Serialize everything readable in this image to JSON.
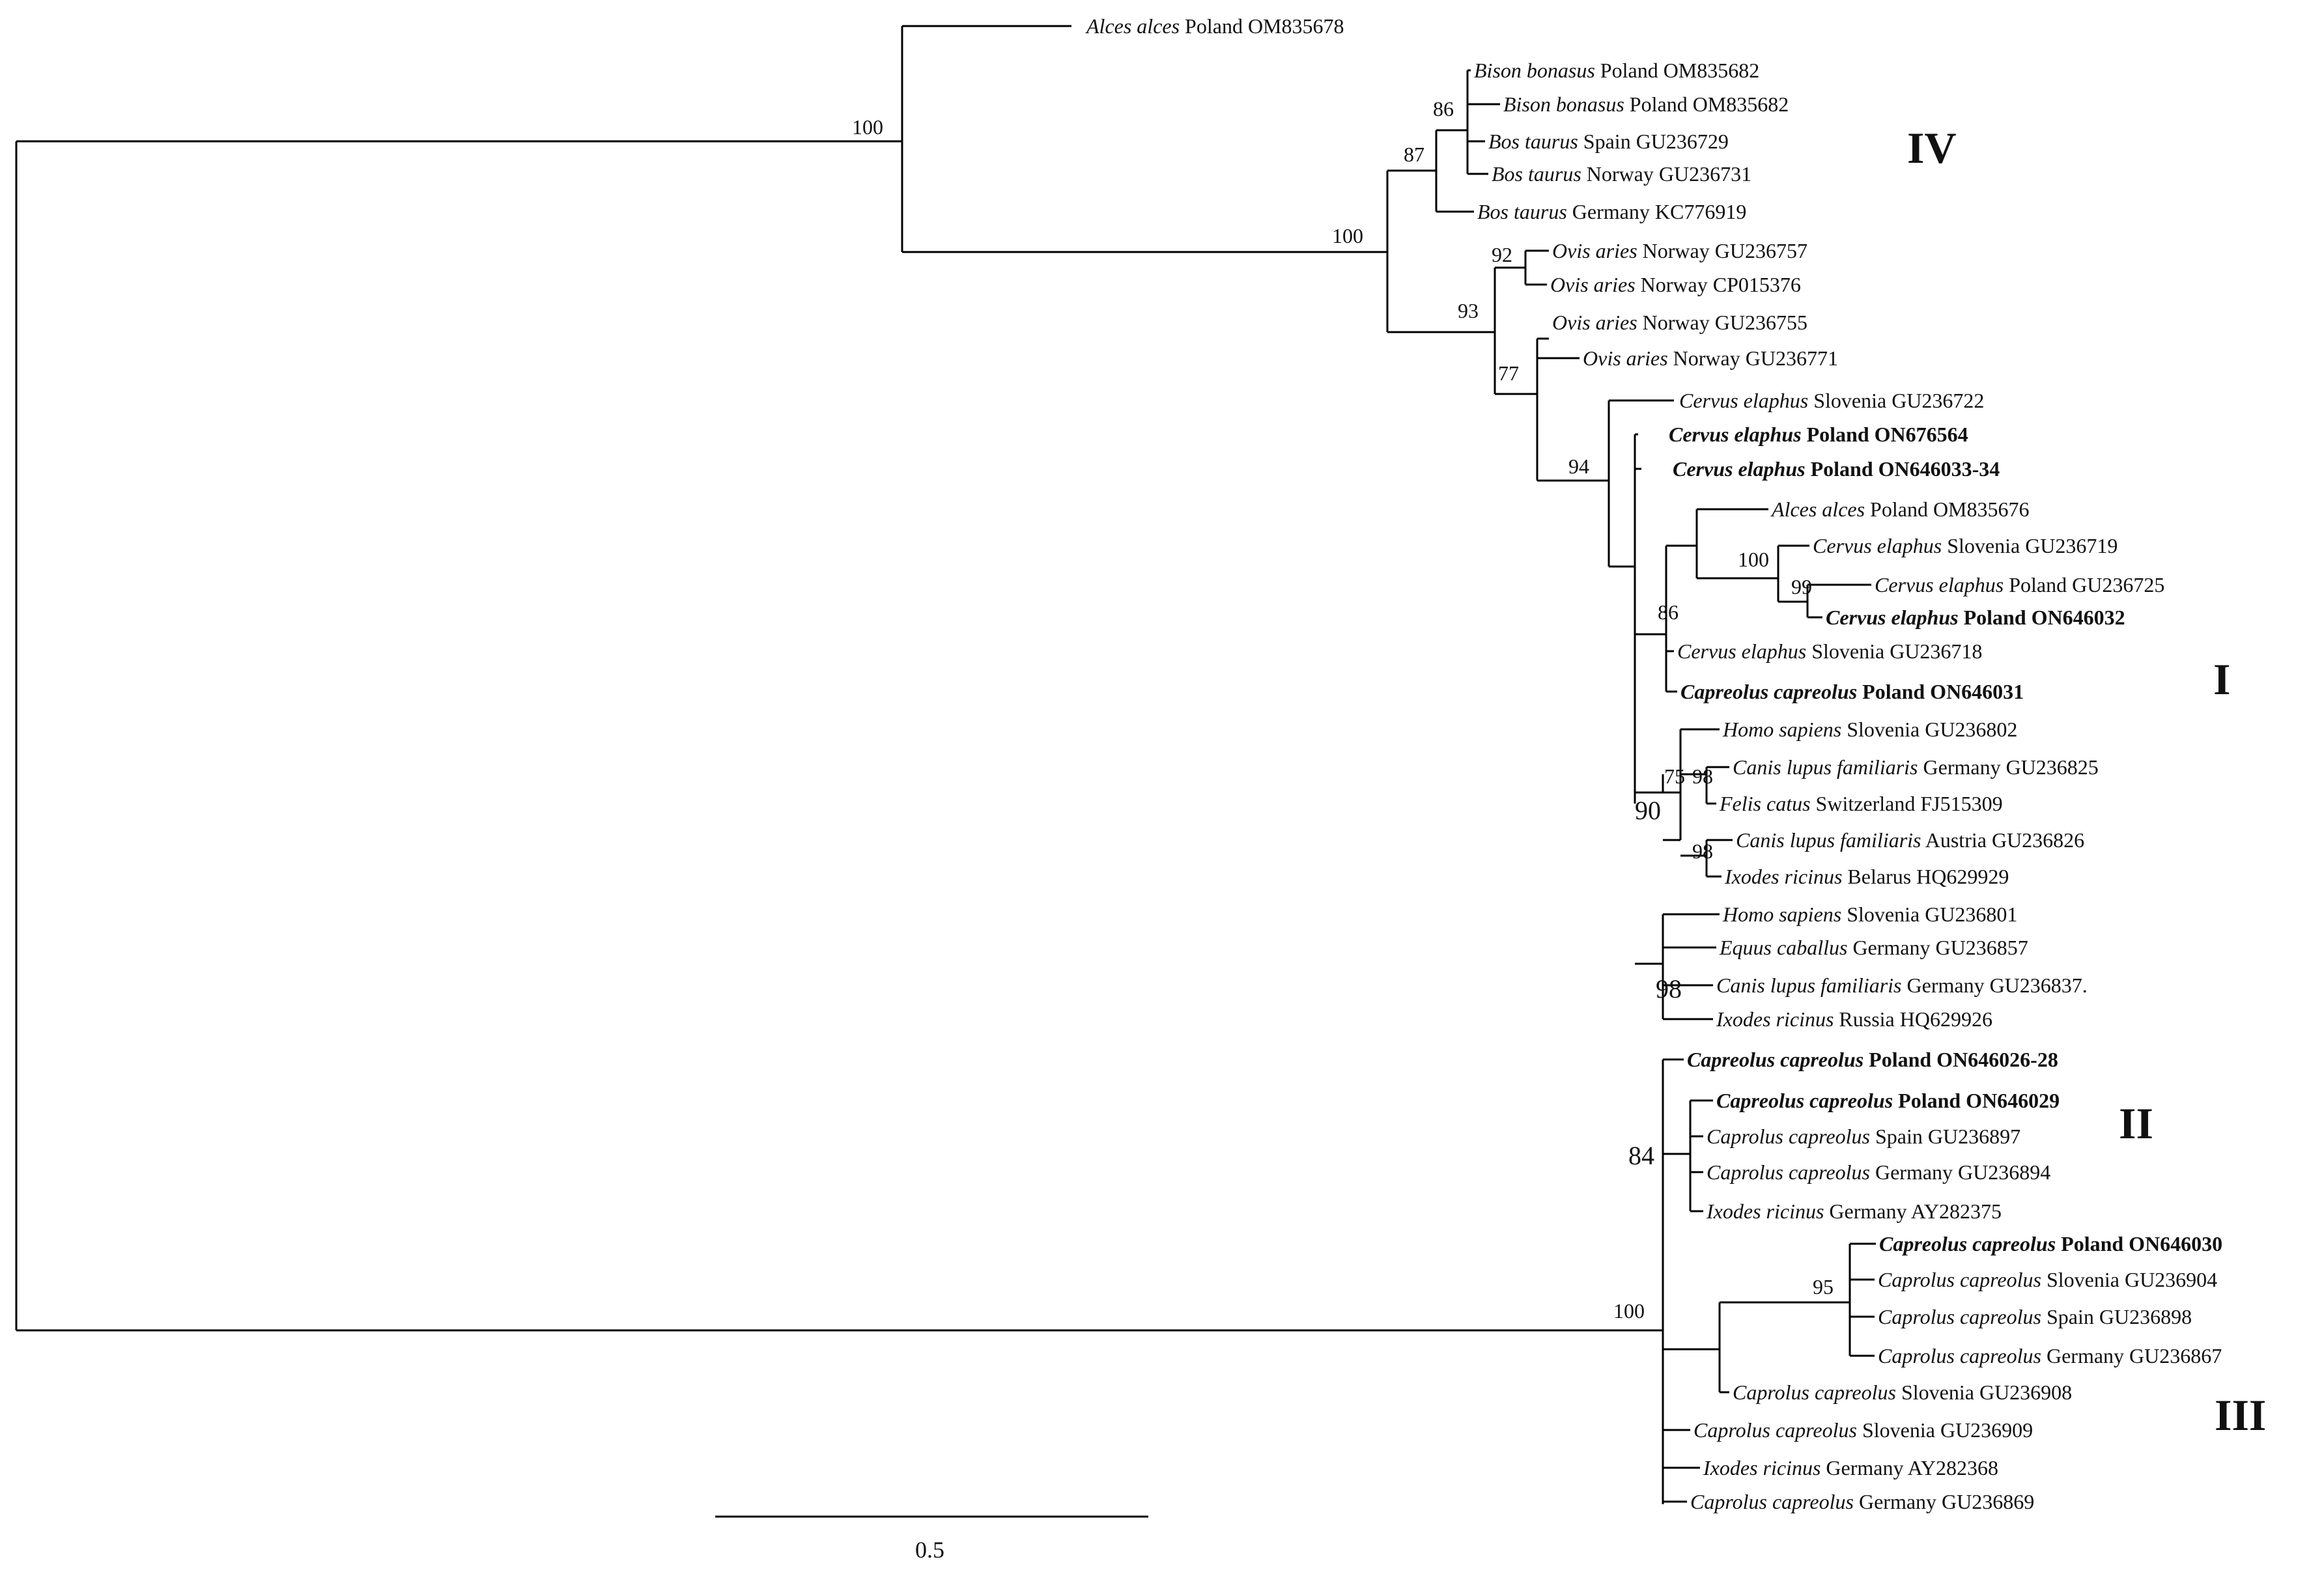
{
  "tree": {
    "leaves": [
      {
        "species": "Alces alces",
        "rest": "Poland OM835678",
        "bold": false
      },
      {
        "species": "Bison bonasus",
        "rest": "Poland OM835682",
        "bold": false
      },
      {
        "species": "Bison bonasus",
        "rest": "Poland OM835682",
        "bold": false
      },
      {
        "species": "Bos taurus",
        "rest": "Spain GU236729",
        "bold": false
      },
      {
        "species": "Bos taurus",
        "rest": "Norway GU236731",
        "bold": false
      },
      {
        "species": "Bos taurus",
        "rest": "Germany KC776919",
        "bold": false
      },
      {
        "species": "Ovis aries",
        "rest": "Norway GU236757",
        "bold": false
      },
      {
        "species": "Ovis aries",
        "rest": "Norway CP015376",
        "bold": false
      },
      {
        "species": "Ovis aries",
        "rest": "Norway GU236755",
        "bold": false
      },
      {
        "species": "Ovis aries",
        "rest": "Norway GU236771",
        "bold": false
      },
      {
        "species": "Cervus elaphus",
        "rest": "Slovenia GU236722",
        "bold": false
      },
      {
        "species": "Cervus elaphus",
        "rest": "Poland  ON676564",
        "bold": true
      },
      {
        "species": "Cervus elaphus",
        "rest": "Poland ON646033-34",
        "bold": true
      },
      {
        "species": "Alces alces",
        "rest": "Poland OM835676",
        "bold": false
      },
      {
        "species": "Cervus elaphus",
        "rest": "Slovenia GU236719",
        "bold": false
      },
      {
        "species": "Cervus elaphus",
        "rest": "Poland GU236725",
        "bold": false
      },
      {
        "species": "Cervus elaphus",
        "rest": "Poland ON646032",
        "bold": true
      },
      {
        "species": "Cervus elaphus",
        "rest": "Slovenia GU236718",
        "bold": false
      },
      {
        "species": "Capreolus capreolus",
        "rest": "Poland ON646031",
        "bold": true
      },
      {
        "species": "Homo sapiens",
        "rest": "Slovenia GU236802",
        "bold": false
      },
      {
        "species": "Canis lupus familiaris",
        "rest": "Germany GU236825",
        "bold": false
      },
      {
        "species": "Felis catus",
        "rest": "Switzerland FJ515309",
        "bold": false
      },
      {
        "species": "Canis lupus familiaris",
        "rest": "Austria GU236826",
        "bold": false
      },
      {
        "species": "Ixodes ricinus",
        "rest": "Belarus HQ629929",
        "bold": false
      },
      {
        "species": "Homo sapiens",
        "rest": "Slovenia GU236801",
        "bold": false
      },
      {
        "species": "Equus caballus",
        "rest": "Germany GU236857",
        "bold": false
      },
      {
        "species": "Canis lupus familiaris",
        "rest": "Germany GU236837.",
        "bold": false
      },
      {
        "species": "Ixodes ricinus",
        "rest": "Russia HQ629926",
        "bold": false
      },
      {
        "species": "Capreolus capreolus",
        "rest": "Poland ON646026-28",
        "bold": true
      },
      {
        "species": "Capreolus capreolus",
        "rest": "Poland ON646029",
        "bold": true
      },
      {
        "species": "Caprolus capreolus",
        "rest": "Spain GU236897",
        "bold": false
      },
      {
        "species": "Caprolus capreolus",
        "rest": "Germany GU236894",
        "bold": false
      },
      {
        "species": "Ixodes ricinus",
        "rest": "Germany AY282375",
        "bold": false
      },
      {
        "species": "Capreolus capreolus",
        "rest": "Poland ON646030",
        "bold": true
      },
      {
        "species": "Caprolus capreolus",
        "rest": "Slovenia GU236904",
        "bold": false
      },
      {
        "species": "Caprolus capreolus",
        "rest": "Spain GU236898",
        "bold": false
      },
      {
        "species": "Caprolus capreolus",
        "rest": "Germany GU236867",
        "bold": false
      },
      {
        "species": "Caprolus capreolus",
        "rest": "Slovenia GU236908",
        "bold": false
      },
      {
        "species": "Caprolus capreolus",
        "rest": "Slovenia GU236909",
        "bold": false
      },
      {
        "species": "Ixodes ricinus",
        "rest": "Germany AY282368",
        "bold": false
      },
      {
        "species": "Caprolus capreolus",
        "rest": "Germany GU236869",
        "bold": false
      }
    ],
    "bootstrap": [
      "100",
      "86",
      "87",
      "100",
      "92",
      "93",
      "77",
      "94",
      "100",
      "99",
      "86",
      "75",
      "98",
      "98",
      "90",
      "98",
      "84",
      "100",
      "95"
    ],
    "clades": [
      "IV",
      "I",
      "II",
      "III"
    ],
    "scale_bar": {
      "value": "0.5"
    }
  }
}
